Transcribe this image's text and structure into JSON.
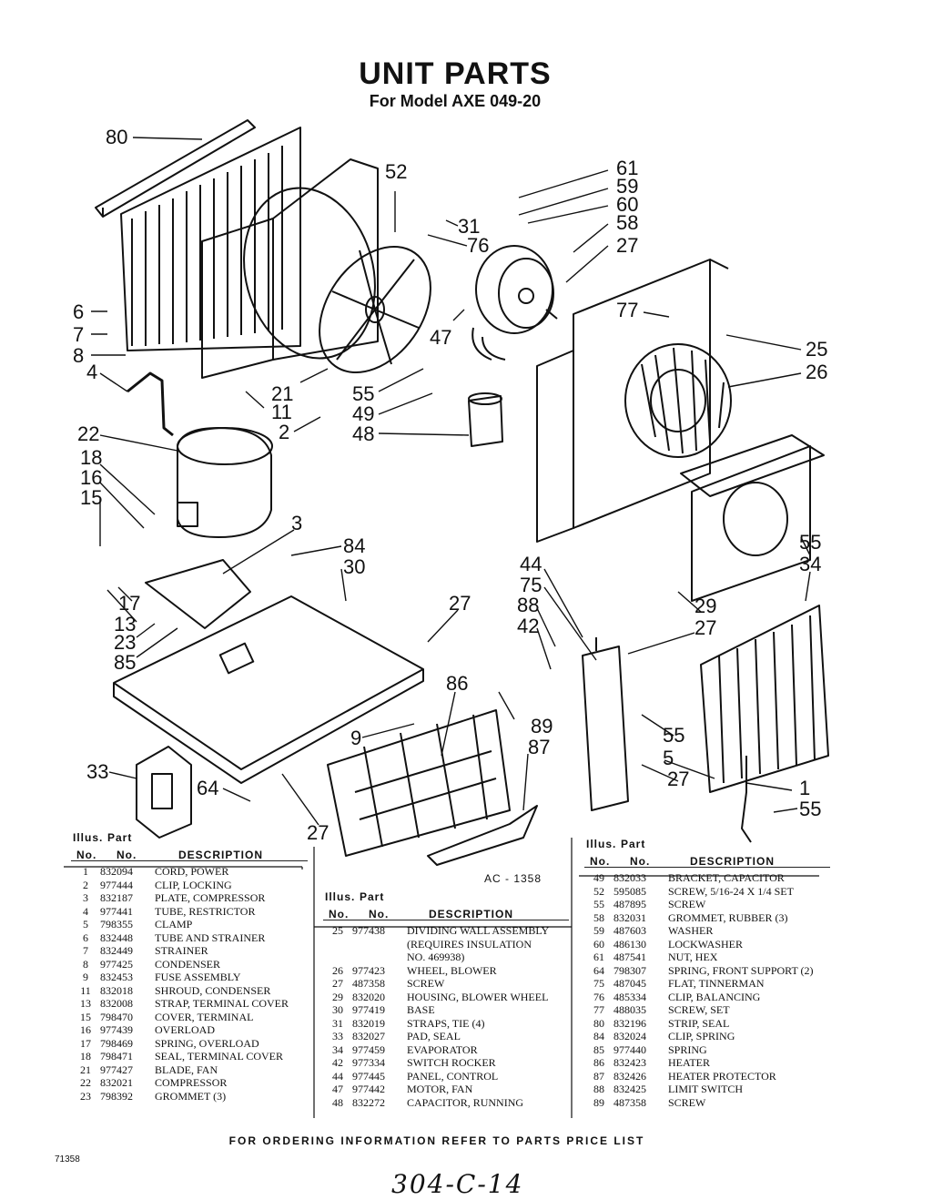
{
  "title": "UNIT PARTS",
  "subtitle": "For Model AXE 049-20",
  "diagram_code": "AC - 1358",
  "footer": "FOR ORDERING INFORMATION REFER TO PARTS PRICE LIST",
  "doc_number": "71358",
  "handwritten": "304-C-14",
  "table_headers": {
    "illus": "Illus.",
    "part": "Part",
    "no": "No.",
    "no2": "No.",
    "description": "DESCRIPTION"
  },
  "callouts": [
    "80",
    "52",
    "61",
    "59",
    "60",
    "58",
    "27",
    "31",
    "76",
    "6",
    "7",
    "8",
    "47",
    "77",
    "25",
    "26",
    "4",
    "21",
    "55",
    "11",
    "49",
    "2",
    "48",
    "22",
    "18",
    "16",
    "15",
    "3",
    "84",
    "30",
    "55",
    "34",
    "17",
    "13",
    "27",
    "23",
    "85",
    "44",
    "75",
    "88",
    "42",
    "29",
    "27",
    "86",
    "89",
    "87",
    "55",
    "9",
    "5",
    "33",
    "64",
    "27",
    "1",
    "55",
    "27"
  ],
  "tables": [
    {
      "rows": [
        [
          "1",
          "832094",
          "CORD, POWER"
        ],
        [
          "2",
          "977444",
          "CLIP, LOCKING"
        ],
        [
          "3",
          "832187",
          "PLATE, COMPRESSOR"
        ],
        [
          "4",
          "977441",
          "TUBE, RESTRICTOR"
        ],
        [
          "5",
          "798355",
          "CLAMP"
        ],
        [
          "6",
          "832448",
          "TUBE AND STRAINER"
        ],
        [
          "7",
          "832449",
          "STRAINER"
        ],
        [
          "8",
          "977425",
          "CONDENSER"
        ],
        [
          "9",
          "832453",
          "FUSE ASSEMBLY"
        ],
        [
          "11",
          "832018",
          "SHROUD, CONDENSER"
        ],
        [
          "13",
          "832008",
          "STRAP, TERMINAL COVER"
        ],
        [
          "15",
          "798470",
          "COVER, TERMINAL"
        ],
        [
          "16",
          "977439",
          "OVERLOAD"
        ],
        [
          "17",
          "798469",
          "SPRING, OVERLOAD"
        ],
        [
          "18",
          "798471",
          "SEAL, TERMINAL COVER"
        ],
        [
          "21",
          "977427",
          "BLADE, FAN"
        ],
        [
          "22",
          "832021",
          "COMPRESSOR"
        ],
        [
          "23",
          "798392",
          "GROMMET (3)"
        ]
      ]
    },
    {
      "rows": [
        [
          "25",
          "977438",
          "DIVIDING WALL ASSEMBLY"
        ],
        [
          "",
          "",
          "(REQUIRES INSULATION"
        ],
        [
          "",
          "",
          "NO. 469938)"
        ],
        [
          "26",
          "977423",
          "WHEEL, BLOWER"
        ],
        [
          "27",
          "487358",
          "SCREW"
        ],
        [
          "29",
          "832020",
          "HOUSING, BLOWER WHEEL"
        ],
        [
          "30",
          "977419",
          "BASE"
        ],
        [
          "31",
          "832019",
          "STRAPS, TIE (4)"
        ],
        [
          "33",
          "832027",
          "PAD, SEAL"
        ],
        [
          "34",
          "977459",
          "EVAPORATOR"
        ],
        [
          "42",
          "977334",
          "SWITCH ROCKER"
        ],
        [
          "44",
          "977445",
          "PANEL, CONTROL"
        ],
        [
          "47",
          "977442",
          "MOTOR, FAN"
        ],
        [
          "48",
          "832272",
          "CAPACITOR, RUNNING"
        ]
      ]
    },
    {
      "rows": [
        [
          "49",
          "832033",
          "BRACKET, CAPACITOR"
        ],
        [
          "52",
          "595085",
          "SCREW, 5/16-24 x 1/4 SET"
        ],
        [
          "55",
          "487895",
          "SCREW"
        ],
        [
          "58",
          "832031",
          "GROMMET, RUBBER (3)"
        ],
        [
          "59",
          "487603",
          "WASHER"
        ],
        [
          "60",
          "486130",
          "LOCKWASHER"
        ],
        [
          "61",
          "487541",
          "NUT, HEX"
        ],
        [
          "64",
          "798307",
          "SPRING, FRONT SUPPORT (2)"
        ],
        [
          "75",
          "487045",
          "FLAT, TINNERMAN"
        ],
        [
          "76",
          "485334",
          "CLIP, BALANCING"
        ],
        [
          "77",
          "488035",
          "SCREW, SET"
        ],
        [
          "80",
          "832196",
          "STRIP, SEAL"
        ],
        [
          "84",
          "832024",
          "CLIP, SPRING"
        ],
        [
          "85",
          "977440",
          "SPRING"
        ],
        [
          "86",
          "832423",
          "HEATER"
        ],
        [
          "87",
          "832426",
          "HEATER PROTECTOR"
        ],
        [
          "88",
          "832425",
          "LIMIT SWITCH"
        ],
        [
          "89",
          "487358",
          "SCREW"
        ]
      ]
    }
  ]
}
